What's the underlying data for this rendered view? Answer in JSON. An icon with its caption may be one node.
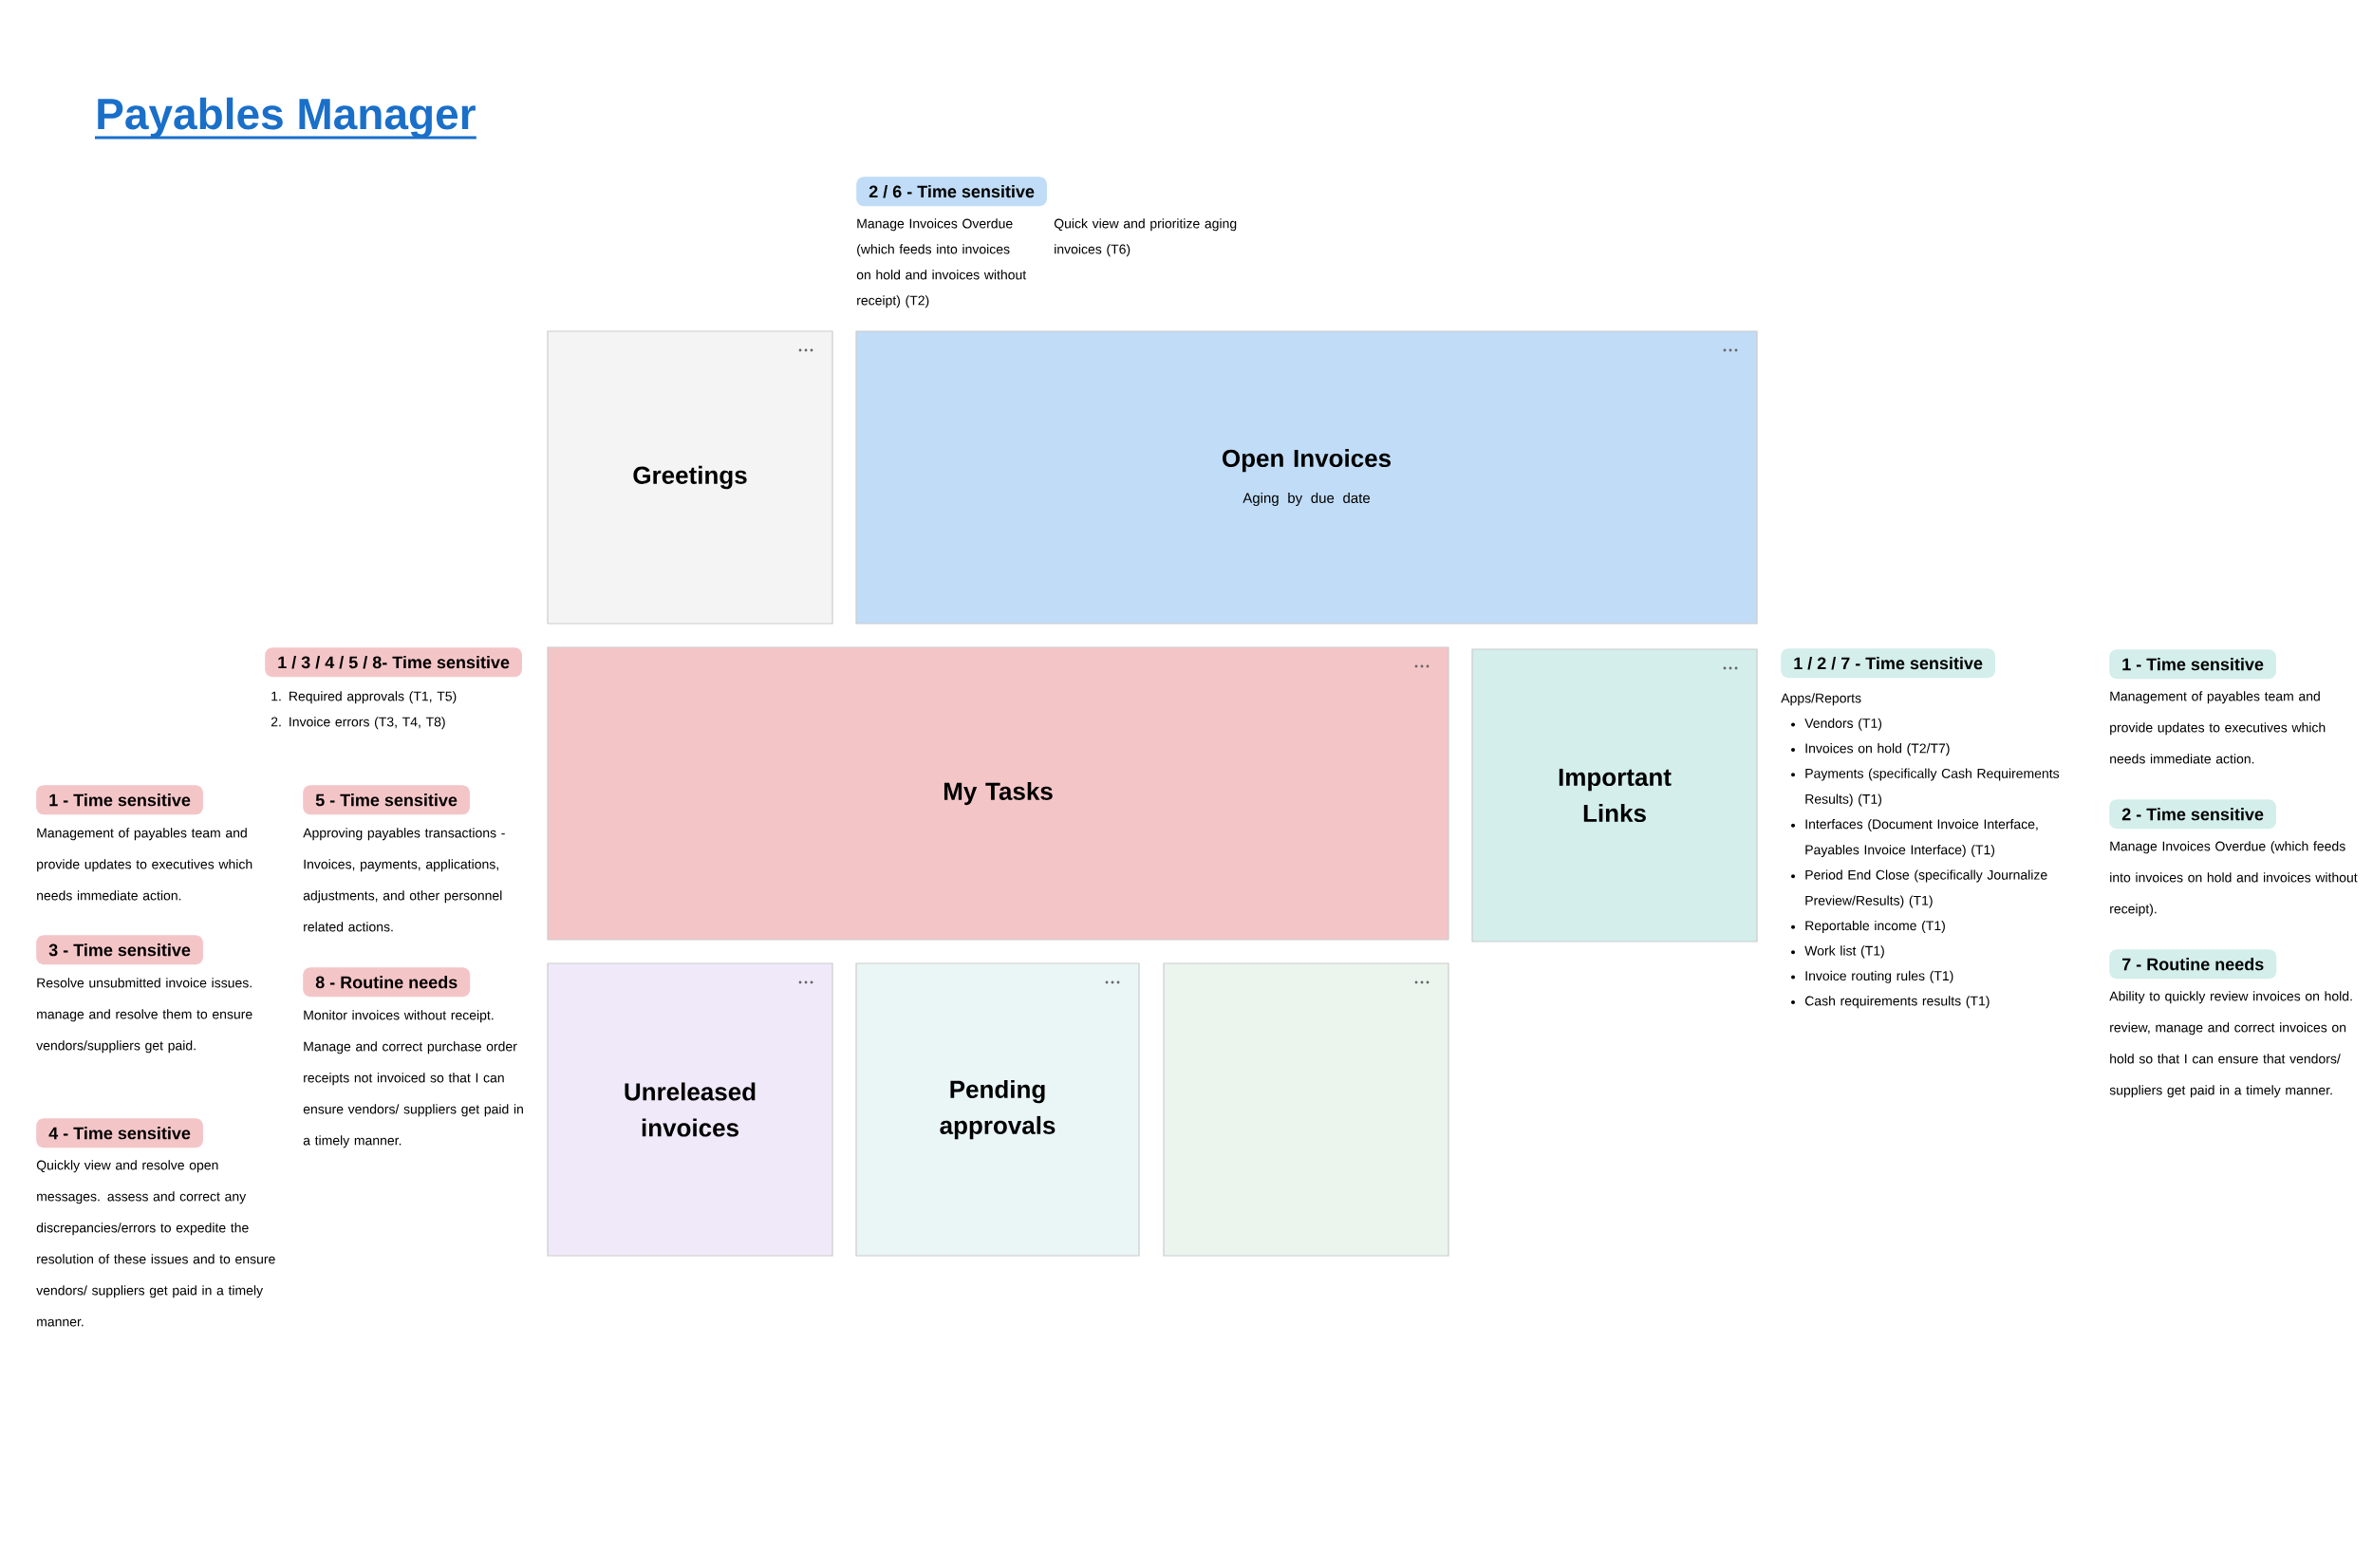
{
  "diagram": {
    "title": "Payables Manager",
    "nodes": [
      {
        "text": [
          "2 / 6 - Time sensitive"
        ],
        "beside": [
          "Manage Invoices Overdue (which feeds into invoices on hold and invoices without receipt) (T2)",
          "Quick view and prioritize aging invoices (T6)"
        ]
      },
      {
        "text": [
          "Greetings"
        ]
      },
      {
        "text": [
          "Open Invoices",
          "Aging by due date"
        ]
      },
      {
        "text": [
          "1 / 3 / 4 / 5 / 8- Time sensitive"
        ],
        "beside": [
          "1. Required approvals (T1, T5)",
          "2. Invoice errors (T3, T4, T8)"
        ]
      },
      {
        "text": [
          "My Tasks"
        ]
      },
      {
        "text": [
          "Important Links"
        ]
      },
      {
        "text": [
          "1 / 2 / 7 - Time sensitive"
        ],
        "beside": [
          "Apps/Reports",
          "Vendors (T1)",
          "Invoices on hold (T2/T7)",
          "Payments (specifically Cash Requirements Results) (T1)",
          "Interfaces (Document Invoice Interface, Payables Invoice Interface) (T1)",
          "Period End Close (specifically Journalize Preview/Results) (T1)",
          "Reportable income (T1)",
          "Work list (T1)",
          "Invoice routing rules (T1)",
          "Cash requirements results (T1)"
        ]
      },
      {
        "text": [
          "1 - Time sensitive"
        ],
        "beside": [
          "Management of payables team and provide updates to executives which needs immediate action."
        ]
      },
      {
        "text": [
          "1 - Time sensitive"
        ],
        "beside": [
          "Management of payables team and provide updates to executives which needs immediate action."
        ]
      },
      {
        "text": [
          "5 - Time sensitive"
        ],
        "beside": [
          "Approving payables transactions - Invoices, payments, applications, adjustments, and other personnel related actions."
        ]
      },
      {
        "text": [
          "2 - Time sensitive"
        ],
        "beside": [
          "Manage Invoices Overdue (which feeds into invoices on hold and invoices without receipt)."
        ]
      },
      {
        "text": [
          "3 - Time sensitive"
        ],
        "beside": [
          "Resolve unsubmitted invoice issues. manage and resolve them to ensure vendors/suppliers get paid."
        ]
      },
      {
        "text": [
          "8 - Routine needs"
        ],
        "beside": [
          "Monitor invoices without receipt. Manage and correct purchase order receipts not invoiced so that I can ensure vendors/ suppliers get paid in a timely manner."
        ]
      },
      {
        "text": [
          "7 - Routine needs"
        ],
        "beside": [
          "Ability to quickly review invoices on hold. review, manage and correct invoices on hold so that I can ensure that vendors/ suppliers get paid in a timely manner."
        ]
      },
      {
        "text": [
          "Unreleased invoices"
        ]
      },
      {
        "text": [
          "Pending approvals"
        ]
      },
      {
        "text": [],
        "shape": "box"
      },
      {
        "text": [
          "4 - Time sensitive"
        ],
        "beside": [
          "Quickly view and resolve open messages. assess and correct any discrepancies/errors to expedite the resolution of these issues and to ensure vendors/ suppliers get paid in a timely manner."
        ]
      }
    ]
  }
}
